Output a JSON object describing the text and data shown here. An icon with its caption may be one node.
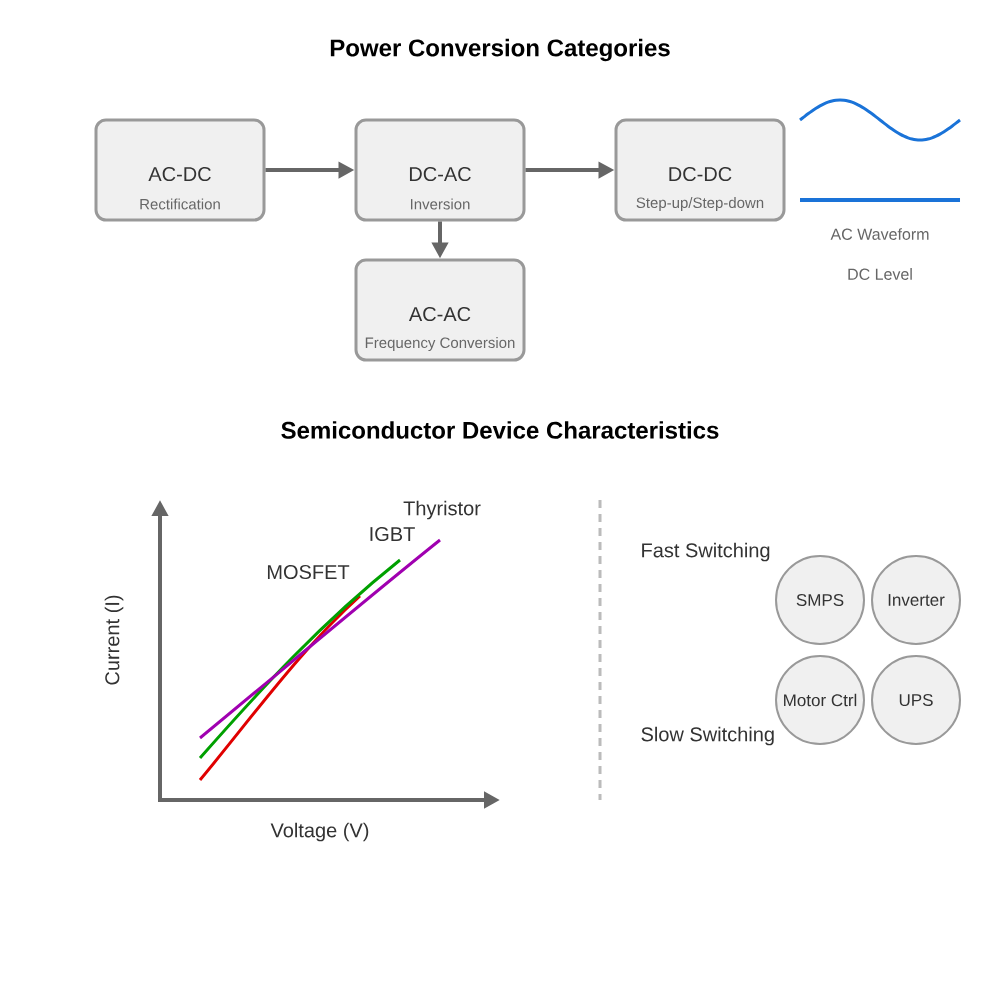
{
  "diagram": {
    "title": "Power Conversion Categories",
    "nodes": [
      {
        "text": [
          "AC-DC",
          "Rectification"
        ]
      },
      {
        "text": [
          "DC-AC",
          "Inversion"
        ]
      },
      {
        "text": [
          "DC-DC",
          "Step-up/Step-down"
        ]
      },
      {
        "text": [
          "AC-AC",
          "Frequency Conversion"
        ]
      },
      {
        "text": [
          "SMPS"
        ]
      },
      {
        "text": [
          "Inverter"
        ]
      },
      {
        "text": [
          "Motor Ctrl"
        ]
      },
      {
        "text": [
          "UPS"
        ]
      }
    ],
    "edges": [
      {
        "from": 0,
        "to": 1,
        "arrow": "to"
      },
      {
        "from": 1,
        "to": 2,
        "arrow": "to"
      },
      {
        "from": 1,
        "to": 3,
        "arrow": "to"
      }
    ],
    "labels": [
      "AC Waveform",
      "DC Level",
      "Semiconductor Device Characteristics",
      "Thyristor",
      "IGBT",
      "MOSFET",
      "Current (I)",
      "Voltage (V)",
      "Fast Switching",
      "Slow Switching"
    ]
  }
}
